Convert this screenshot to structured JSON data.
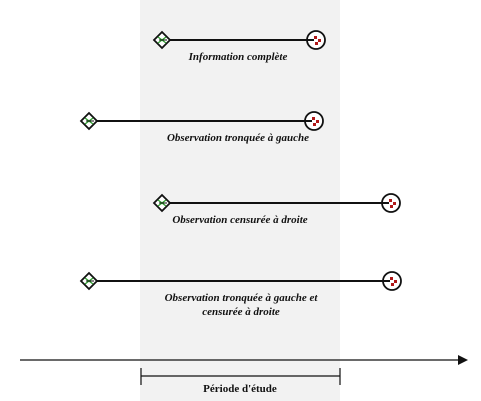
{
  "colors": {
    "study_band": "#f2f2f2",
    "line": "#111111",
    "start_marker_fill": "#2e9e2e",
    "end_marker_fill": "#b01818"
  },
  "rows": [
    {
      "label_lines": [
        "Information complète"
      ],
      "start_icon": "diamond-start-icon",
      "end_icon": "circle-end-icon"
    },
    {
      "label_lines": [
        "Observation tronquée à gauche"
      ],
      "start_icon": "diamond-start-icon",
      "end_icon": "circle-end-icon"
    },
    {
      "label_lines": [
        "Observation censurée à droite"
      ],
      "start_icon": "diamond-start-icon",
      "end_icon": "circle-end-icon"
    },
    {
      "label_lines": [
        "Observation tronquée à gauche et",
        "censurée à droite"
      ],
      "start_icon": "diamond-start-icon",
      "end_icon": "circle-end-icon"
    }
  ],
  "axis": {
    "icon": "arrow-right-icon"
  },
  "study_period": {
    "label": "Période d'étude",
    "icon": "bracket-icon"
  }
}
